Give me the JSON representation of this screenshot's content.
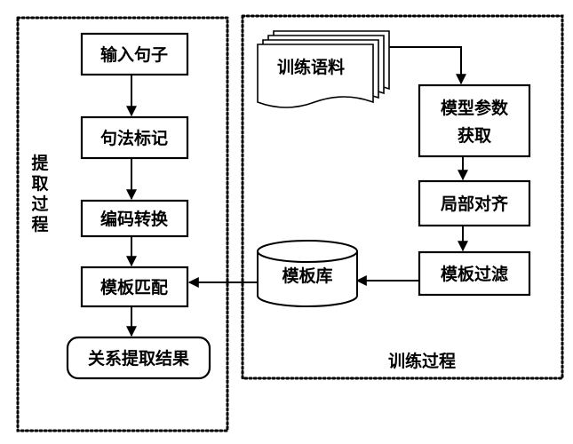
{
  "extraction_region": {
    "label_chars": [
      "提",
      "取",
      "过",
      "程"
    ]
  },
  "training_region": {
    "label": "训练过程"
  },
  "nodes": {
    "input_sentence": "输入句子",
    "syntax_tagging": "句法标记",
    "encoding_conversion": "编码转换",
    "template_matching": "模板匹配",
    "relation_result": "关系提取结果",
    "training_corpus": "训练语料",
    "model_params_line1": "模型参数",
    "model_params_line2": "获取",
    "local_alignment": "局部对齐",
    "template_filtering": "模板过滤",
    "template_library": "模板库"
  }
}
